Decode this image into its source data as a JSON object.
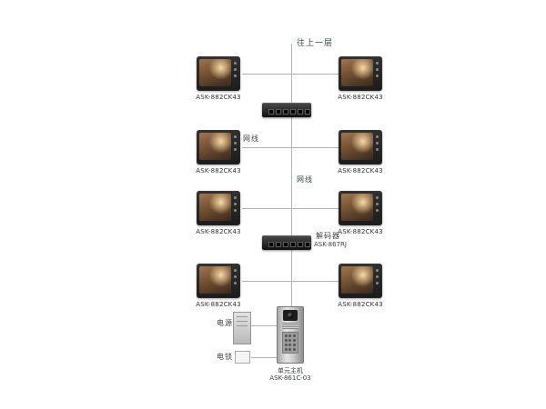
{
  "diagram": {
    "labels": {
      "upstairs": "往上一层",
      "cable1": "网线",
      "cable2": "网线",
      "decoder_name": "解码器",
      "decoder_model": "ASK-867RJ",
      "power": "电源",
      "lock": "电锁",
      "station_name": "单元主机",
      "station_model": "ASK-861C-03"
    },
    "monitors": [
      {
        "label": "ASK-882CK43"
      },
      {
        "label": "ASK-882CK43"
      },
      {
        "label": "ASK-882CK43"
      },
      {
        "label": "ASK-882CK43"
      },
      {
        "label": "ASK-882CK43"
      },
      {
        "label": "ASK-882CK43"
      },
      {
        "label": "ASK-882CK43"
      },
      {
        "label": "ASK-882CK43"
      }
    ]
  }
}
